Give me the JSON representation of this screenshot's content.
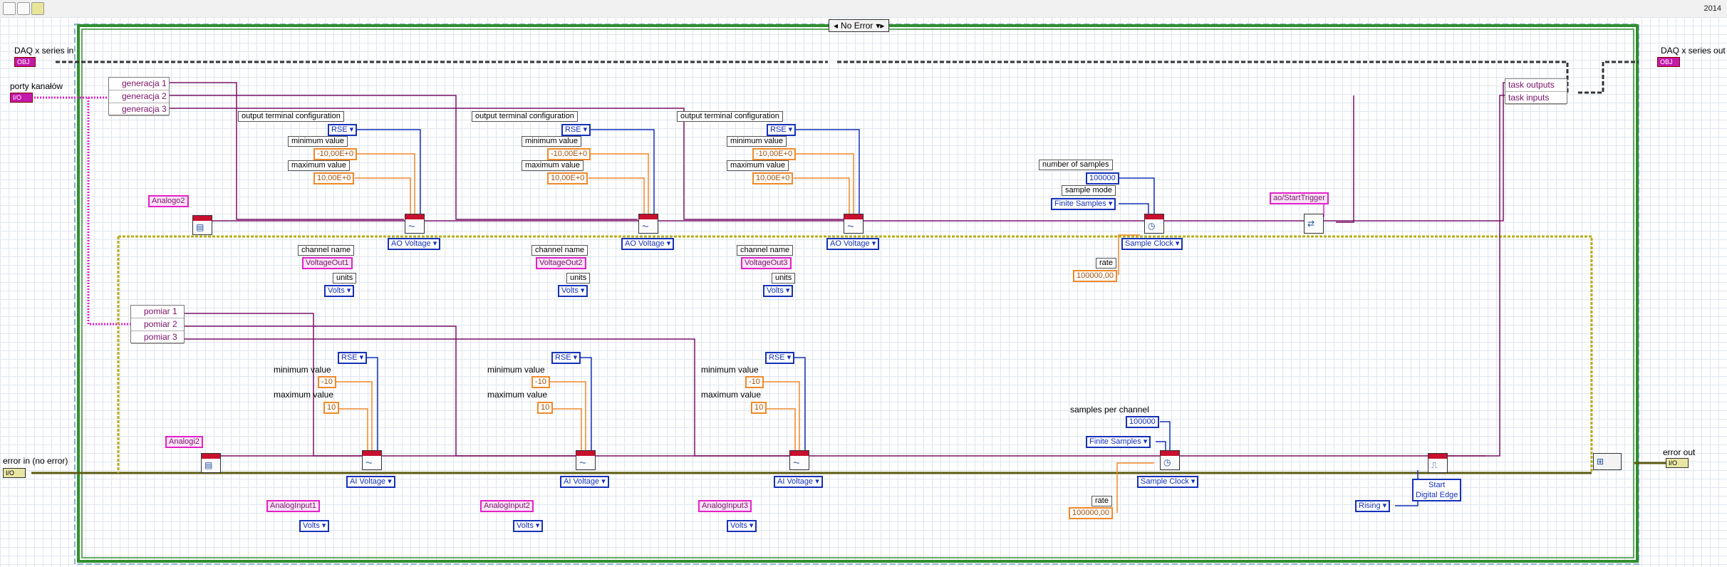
{
  "app": {
    "version": "2014"
  },
  "case_selector": "No Error",
  "controls": {
    "daq_in": "DAQ x series in",
    "daq_out": "DAQ x series out",
    "ports": "porty kanałów",
    "error_in": "error in (no error)",
    "error_out": "error out"
  },
  "generation_bundle": [
    "generacja 1",
    "generacja 2",
    "generacja 3"
  ],
  "measurement_bundle": [
    "pomiar 1",
    "pomiar 2",
    "pomiar 3"
  ],
  "task_bundle": [
    "task outputs",
    "task inputs"
  ],
  "ao_groups": [
    {
      "otc": "output terminal configuration",
      "rse": "RSE",
      "min_label": "minimum value",
      "min": "-10,00E+0",
      "max_label": "maximum value",
      "max": "10,00E+0",
      "chan_label": "channel name",
      "chan": "VoltageOut1",
      "units_label": "units",
      "units": "Volts",
      "poly": "AO Voltage"
    },
    {
      "otc": "output terminal configuration",
      "rse": "RSE",
      "min_label": "minimum value",
      "min": "-10,00E+0",
      "max_label": "maximum value",
      "max": "10,00E+0",
      "chan_label": "channel name",
      "chan": "VoltageOut2",
      "units_label": "units",
      "units": "Volts",
      "poly": "AO Voltage"
    },
    {
      "otc": "output terminal configuration",
      "rse": "RSE",
      "min_label": "minimum value",
      "min": "-10,00E+0",
      "max_label": "maximum value",
      "max": "10,00E+0",
      "chan_label": "channel name",
      "chan": "VoltageOut3",
      "units_label": "units",
      "units": "Volts",
      "poly": "AO Voltage"
    }
  ],
  "ai_groups": [
    {
      "rse": "RSE",
      "min_label": "minimum value",
      "min": "-10",
      "max_label": "maximum value",
      "max": "10",
      "chan": "AnalogInput1",
      "units": "Volts",
      "poly": "AI Voltage"
    },
    {
      "rse": "RSE",
      "min_label": "minimum value",
      "min": "-10",
      "max_label": "maximum value",
      "max": "10",
      "chan": "AnalogInput2",
      "units": "Volts",
      "poly": "AI Voltage"
    },
    {
      "rse": "RSE",
      "min_label": "minimum value",
      "min": "-10",
      "max_label": "maximum value",
      "max": "10",
      "chan": "AnalogInput3",
      "units": "Volts",
      "poly": "AI Voltage"
    }
  ],
  "analog_tags": [
    "Analogo2",
    "Analogi2"
  ],
  "ao_timing": {
    "num_samples_label": "number of samples",
    "num_samples": "100000",
    "mode_label": "sample mode",
    "mode": "Finite Samples",
    "clock": "Sample Clock",
    "rate_label": "rate",
    "rate": "100000,00"
  },
  "ai_timing": {
    "spc_label": "samples per channel",
    "spc": "100000",
    "mode": "Finite Samples",
    "clock": "Sample Clock",
    "rate_label": "rate",
    "rate": "100000,00"
  },
  "trigger": {
    "source": "ao/StartTrigger",
    "edge": "Rising",
    "type_line1": "Start",
    "type_line2": "Digital Edge"
  },
  "terminal_tags": {
    "obj": "OBJ",
    "err": "I/O"
  }
}
